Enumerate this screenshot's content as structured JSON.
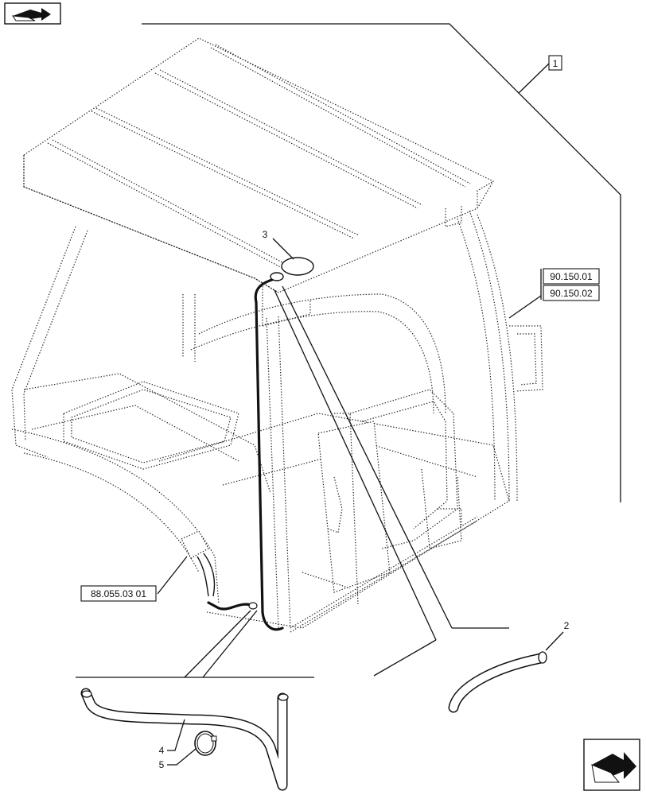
{
  "callouts": {
    "item_1": "1",
    "item_2": "2",
    "item_3": "3",
    "item_4": "4",
    "item_5": "5"
  },
  "references": {
    "ref_a": "90.150.01",
    "ref_b": "90.150.02",
    "ref_c": "88.055.03 01"
  },
  "icons": {
    "top_left": "previous-page-icon",
    "bottom_right": "next-page-icon"
  }
}
